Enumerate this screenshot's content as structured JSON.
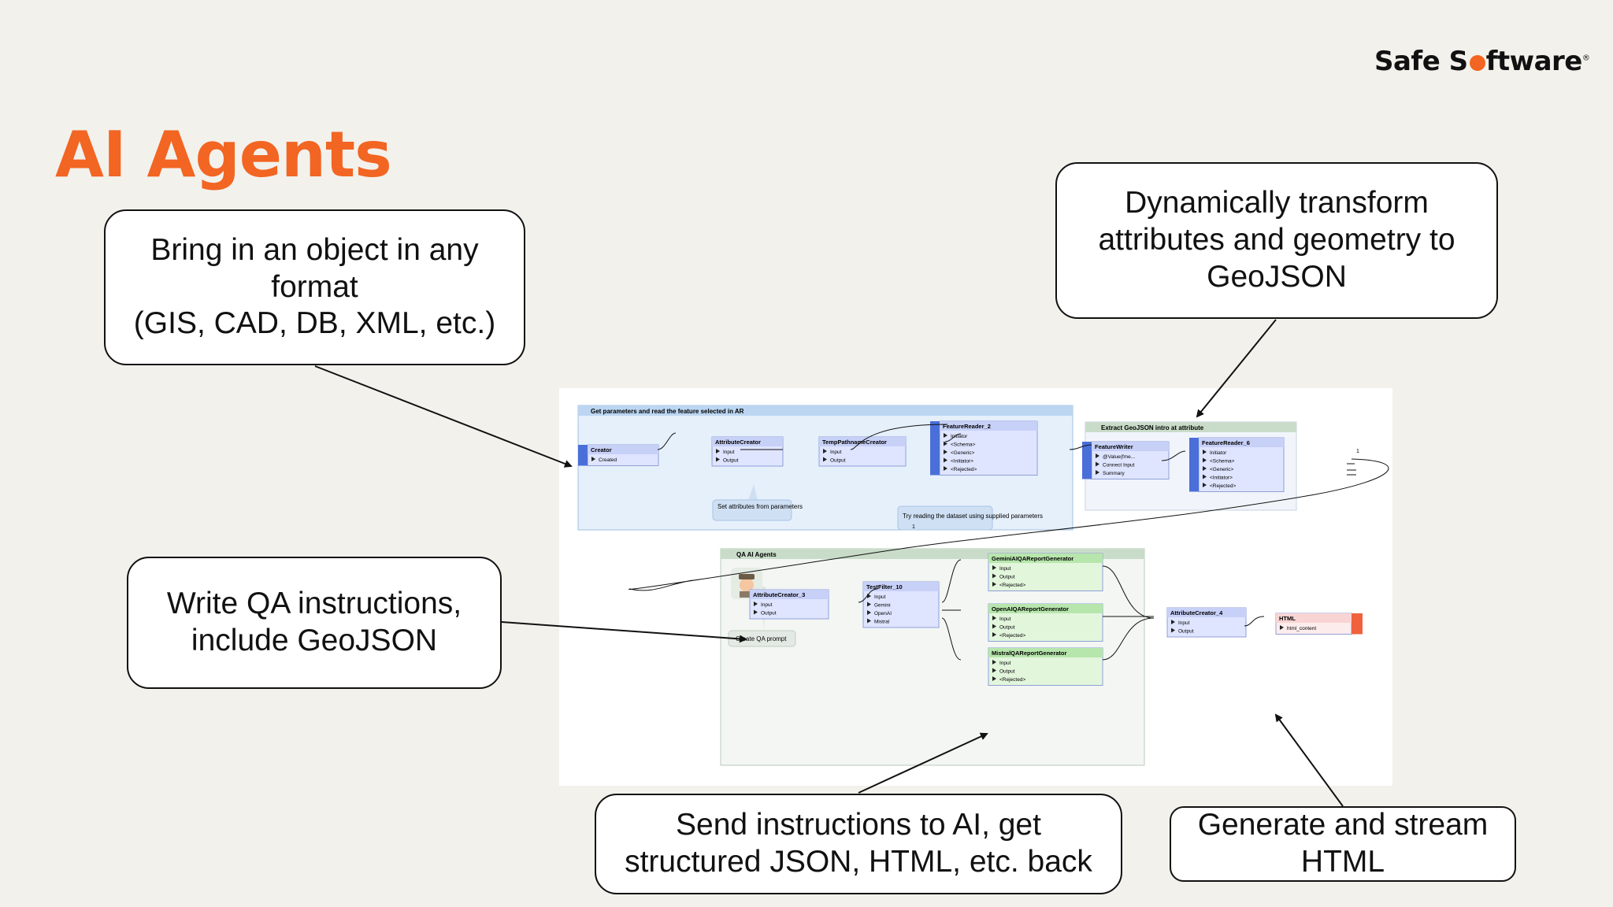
{
  "brand": {
    "logo_prefix": "Safe S",
    "logo_suffix": "ftware",
    "logo_mark": "®"
  },
  "slide": {
    "title": "AI Agents"
  },
  "callouts": {
    "bring_in": "Bring in an object in any format\n(GIS, CAD, DB, XML, etc.)",
    "transform": "Dynamically transform attributes and geometry to GeoJSON",
    "write_qa": "Write QA instructions, include GeoJSON",
    "send": "Send instructions to AI, get structured JSON, HTML, etc. back",
    "generate": "Generate and stream HTML"
  },
  "workspace": {
    "bookmark_read": "Get parameters and read the feature selected in AR",
    "bookmark_extract": "Extract GeoJSON intro at attribute",
    "bookmark_qa": "QA AI Agents",
    "annotation_attr": "Set attributes from parameters",
    "annotation_read": "Try reading the dataset using supplied parameters",
    "annotation_prompt": "Create QA prompt",
    "creator": {
      "name": "Creator",
      "ports": [
        "Created"
      ]
    },
    "attr_creator": {
      "name": "AttributeCreator",
      "ports": [
        "Input",
        "Output"
      ]
    },
    "temp_path": {
      "name": "TempPathnameCreator",
      "ports": [
        "Input",
        "Output"
      ]
    },
    "reader2": {
      "name": "FeatureReader_2",
      "ports": [
        "Initiator",
        "<Schema>",
        "<Generic>",
        "<Initiator>",
        "<Rejected>"
      ]
    },
    "writer": {
      "name": "FeatureWriter",
      "ports": [
        "@Value(fme...",
        "Connect Input",
        "Summary"
      ]
    },
    "reader6": {
      "name": "FeatureReader_6",
      "ports": [
        "Initiator",
        "<Schema>",
        "<Generic>",
        "<Initiator>",
        "<Rejected>"
      ]
    },
    "attr_creator3": {
      "name": "AttributeCreator_3",
      "ports": [
        "Input",
        "Output"
      ]
    },
    "test_filter": {
      "name": "TestFilter_10",
      "ports": [
        "Input",
        "Gemini",
        "OpenAI",
        "Mistral"
      ]
    },
    "gemini": {
      "name": "GeminiAIQAReportGenerator",
      "ports": [
        "Input",
        "Output",
        "<Rejected>"
      ]
    },
    "openai": {
      "name": "OpenAIQAReportGenerator",
      "ports": [
        "Input",
        "Output",
        "<Rejected>"
      ]
    },
    "mistral": {
      "name": "MistralQAReportGenerator",
      "ports": [
        "Input",
        "Output",
        "<Rejected>"
      ]
    },
    "attr_creator4": {
      "name": "AttributeCreator_4",
      "ports": [
        "Input",
        "Output"
      ]
    },
    "html": {
      "name": "HTML",
      "ports": [
        "html_content"
      ]
    },
    "link_count": "1"
  },
  "icons": [
    "detective-emoji-icon",
    "reader-icon",
    "writer-icon",
    "html-writer-icon"
  ],
  "colors": {
    "accent": "#f26522",
    "transformer": "#dfe5ff",
    "reader": "#4a6fd8",
    "custom": "#dff5da",
    "bookmark_blue": "#e6f0fb",
    "bookmark_green": "#eef4ef"
  }
}
